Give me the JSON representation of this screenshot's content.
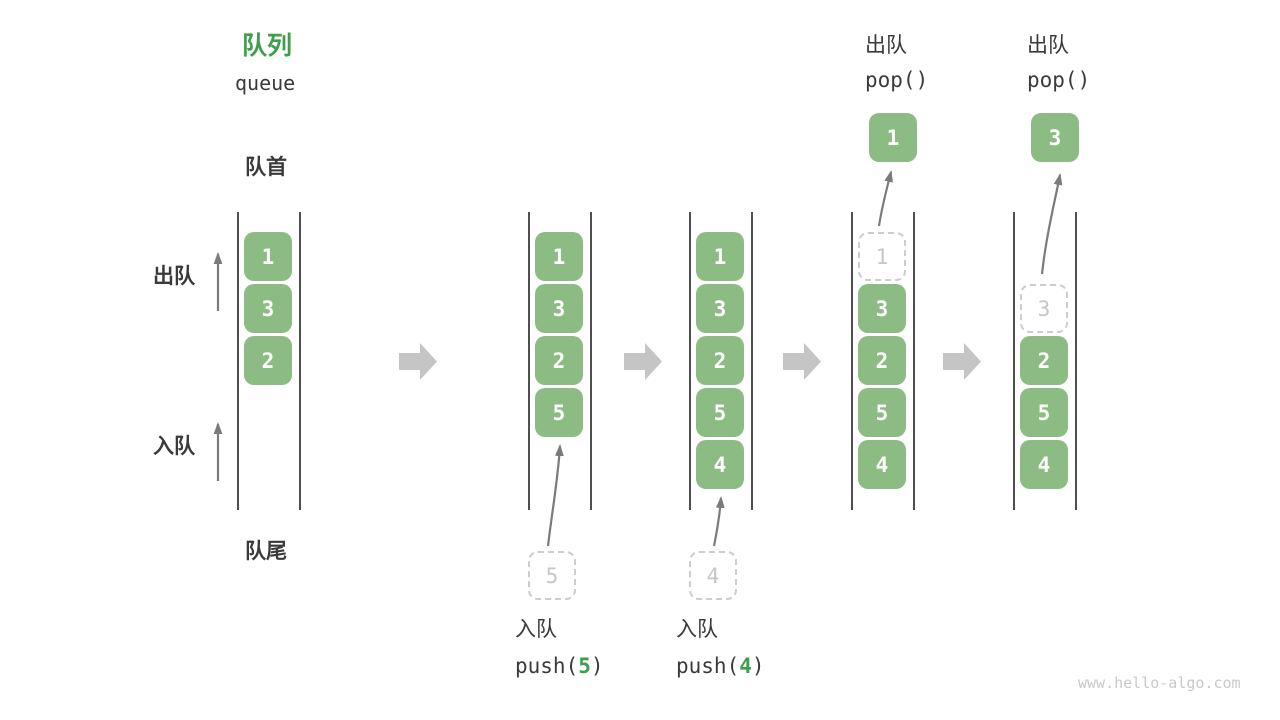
{
  "title": {
    "zh": "队列",
    "en": "queue"
  },
  "side_labels": {
    "front": "队首",
    "rear": "队尾",
    "dequeue": "出队",
    "enqueue": "入队"
  },
  "watermark": "www.hello-algo.com",
  "colors": {
    "box_green": "#8cbc83",
    "accent_green": "#3e9e4a",
    "text_dark": "#3a3a3a",
    "muted_gray": "#c6c6c6",
    "dash_gray": "#cdcdcd",
    "line_gray": "#4f4f4f",
    "arrow_gray": "#7b7b7b",
    "block_arrow_gray": "#c5c5c5",
    "wm_gray": "#c9c9c9"
  },
  "stages": [
    {
      "slots": [
        {
          "v": "1"
        },
        {
          "v": "3"
        },
        {
          "v": "2"
        }
      ]
    },
    {
      "slots": [
        {
          "v": "1"
        },
        {
          "v": "3"
        },
        {
          "v": "2"
        },
        {
          "v": "5"
        }
      ],
      "push": {
        "value": "5",
        "label": "入队",
        "code_pre": "push(",
        "code_arg": "5",
        "code_post": ")"
      }
    },
    {
      "slots": [
        {
          "v": "1"
        },
        {
          "v": "3"
        },
        {
          "v": "2"
        },
        {
          "v": "5"
        },
        {
          "v": "4"
        }
      ],
      "push": {
        "value": "4",
        "label": "入队",
        "code_pre": "push(",
        "code_arg": "4",
        "code_post": ")"
      }
    },
    {
      "slots": [
        {
          "v": "1",
          "dashed": true
        },
        {
          "v": "3"
        },
        {
          "v": "2"
        },
        {
          "v": "5"
        },
        {
          "v": "4"
        }
      ],
      "pop": {
        "value": "1",
        "label": "出队",
        "code": "pop()"
      }
    },
    {
      "slots": [
        null,
        {
          "v": "3",
          "dashed": true
        },
        {
          "v": "2"
        },
        {
          "v": "5"
        },
        {
          "v": "4"
        }
      ],
      "pop": {
        "value": "3",
        "label": "出队",
        "code": "pop()"
      }
    }
  ]
}
